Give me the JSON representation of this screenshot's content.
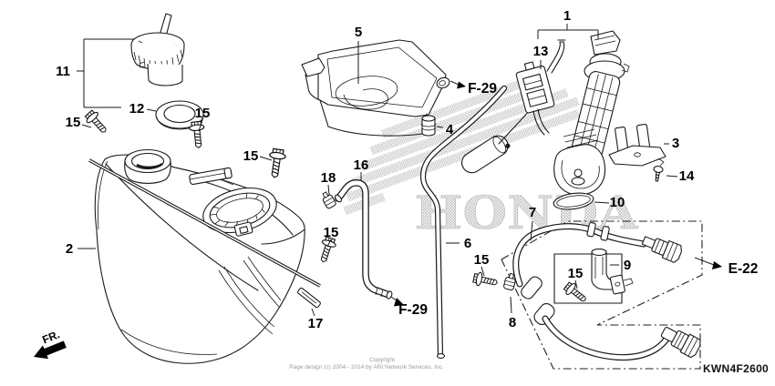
{
  "diagram": {
    "drawing_code": "KWN4F2600",
    "brand_watermark": "HONDA",
    "front_marker": "FR.",
    "copyright": {
      "line1": "Copyright",
      "line2": "Page design (c) 2004 - 2014 by ARI Network Services, Inc."
    },
    "references": {
      "f29": "F-29",
      "e22": "E-22"
    },
    "callouts": {
      "n1": "1",
      "n2": "2",
      "n3": "3",
      "n4": "4",
      "n5": "5",
      "n6": "6",
      "n7": "7",
      "n8": "8",
      "n9": "9",
      "n10": "10",
      "n11": "11",
      "n12": "12",
      "n13": "13",
      "n14": "14",
      "n15": "15",
      "n16": "16",
      "n17": "17",
      "n18": "18"
    }
  }
}
